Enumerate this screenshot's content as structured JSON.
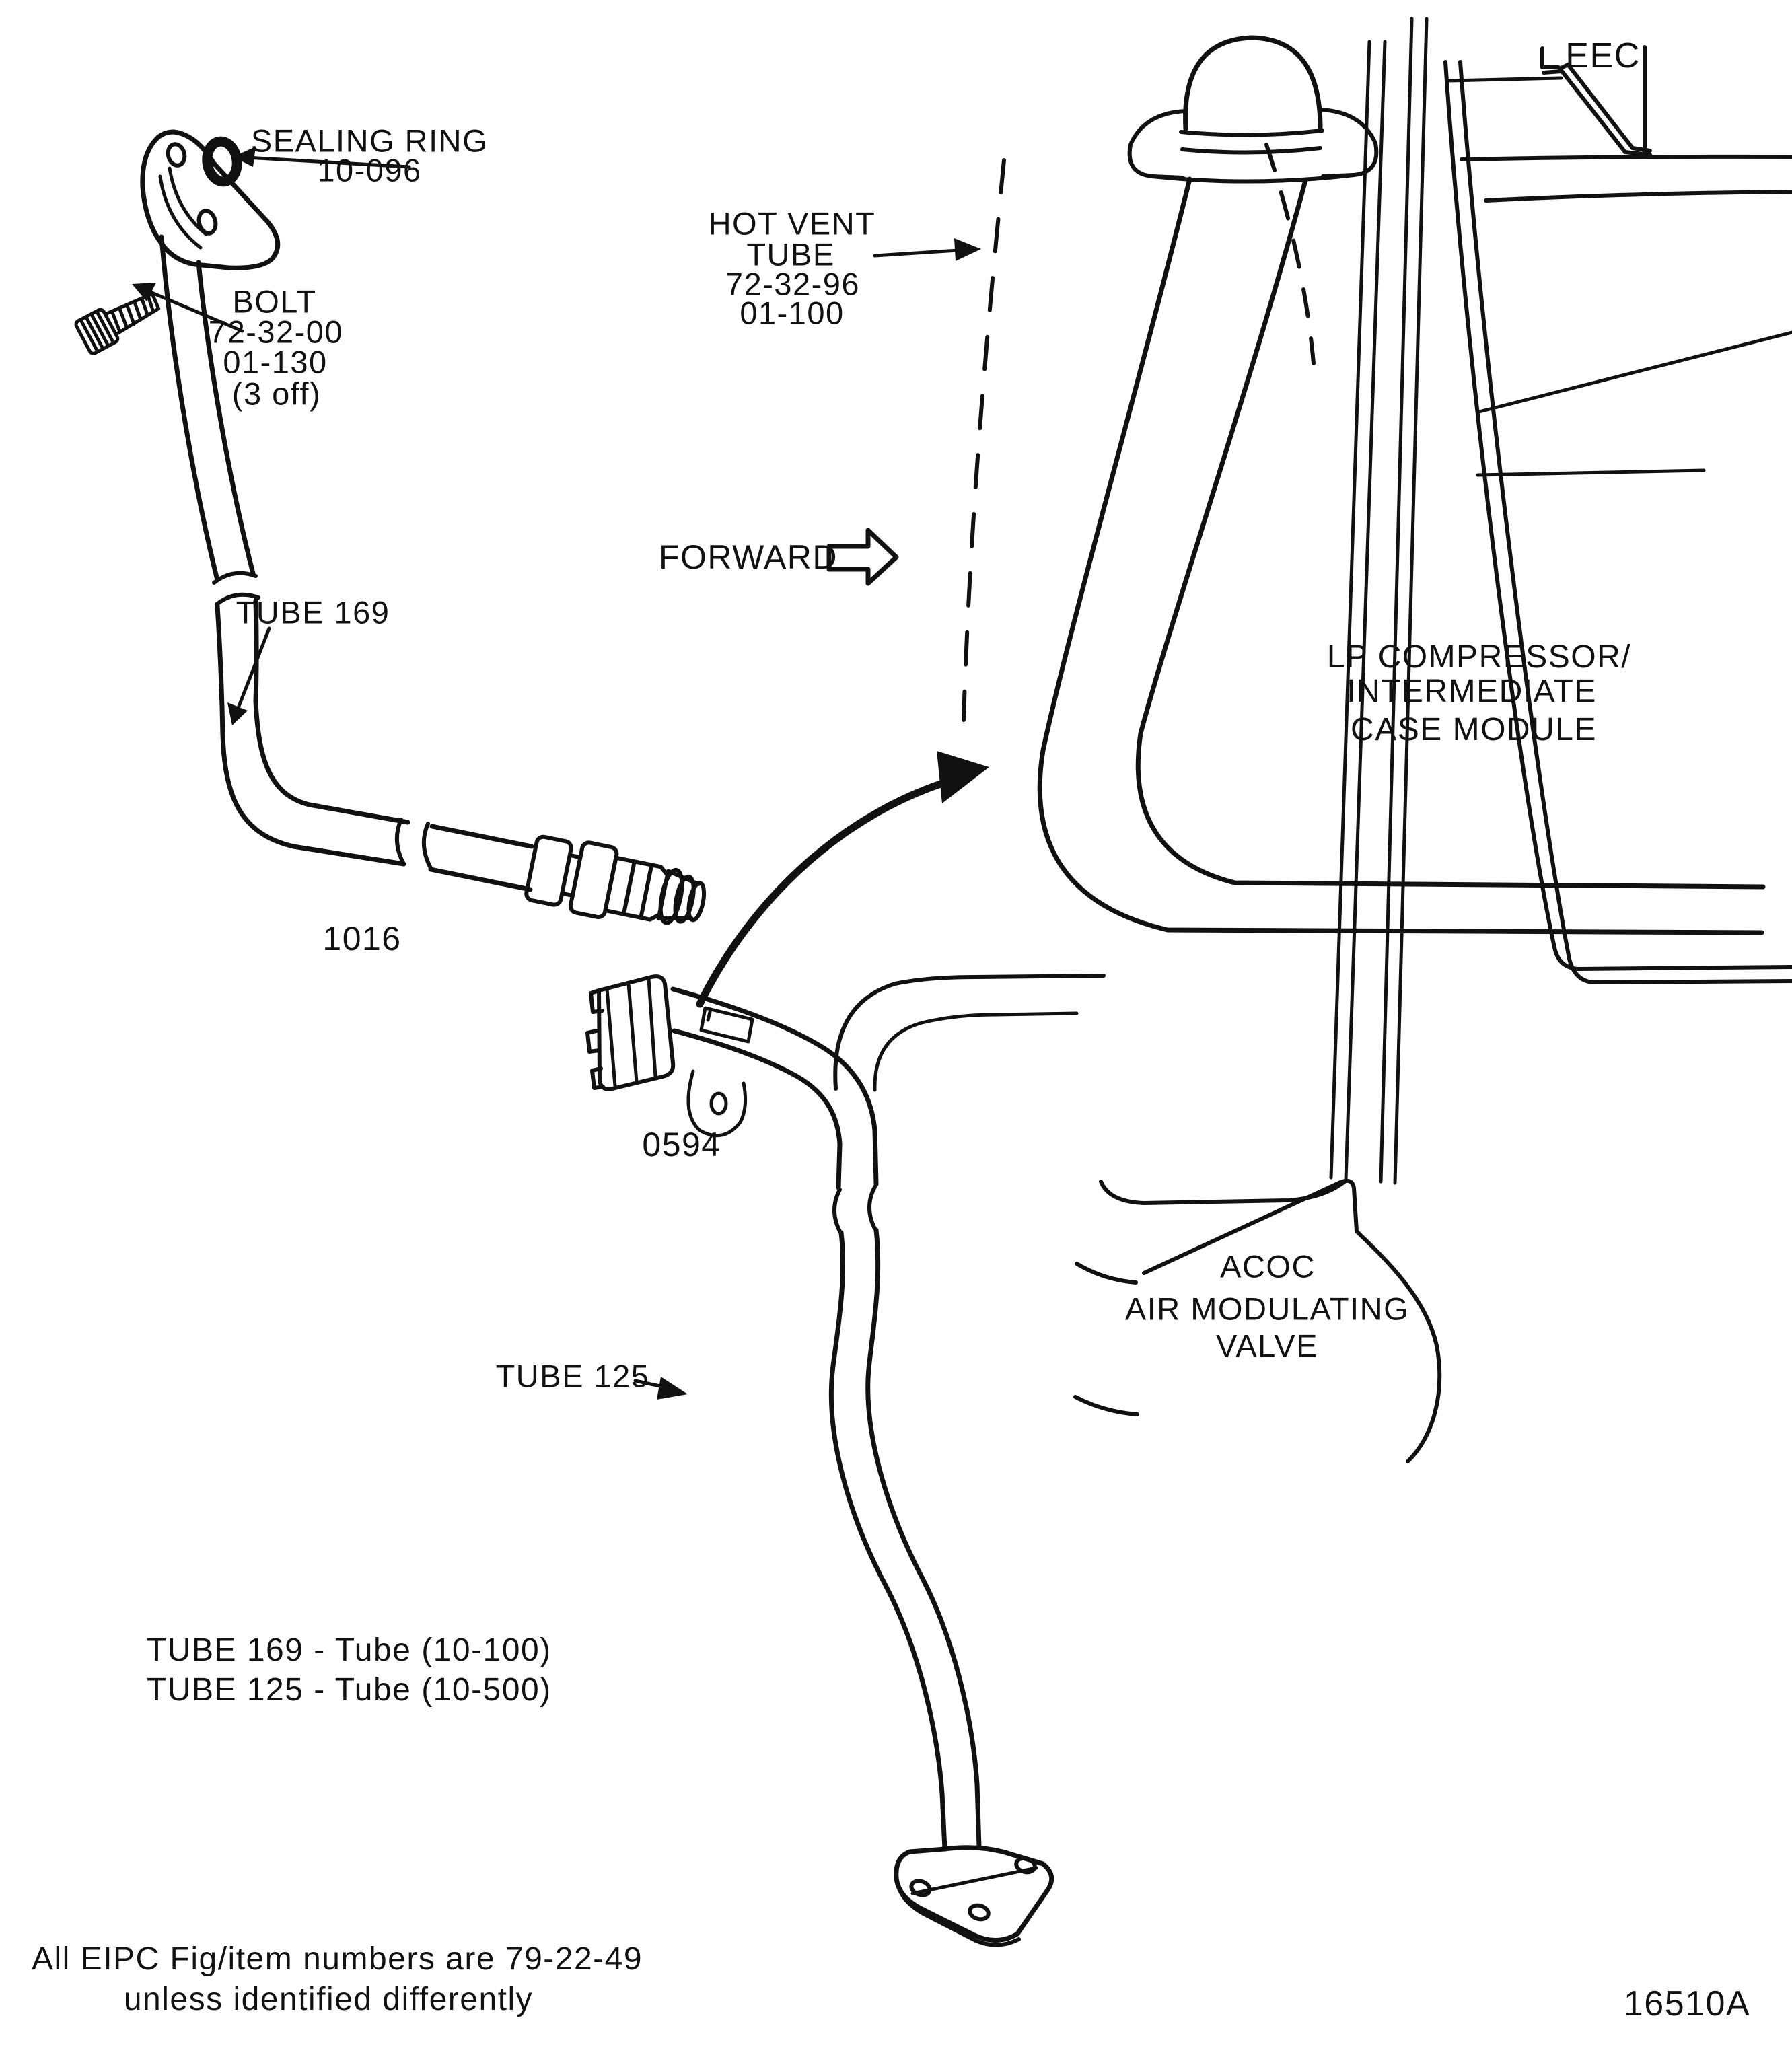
{
  "page": {
    "background_color": "#ffffff",
    "ink_color": "#111111",
    "type": "engine maintenance manual illustration"
  },
  "figure_number": "16510A",
  "orientation": {
    "label": "FORWARD"
  },
  "callouts": {
    "sealing_ring": {
      "line1": "SEALING RING",
      "line2": "10-096"
    },
    "bolt": {
      "line1": "BOLT",
      "line2": "72-32-00",
      "line3": "01-130",
      "line4": "(3 off)"
    },
    "hot_vent_tube": {
      "line1": "HOT VENT",
      "line2": "TUBE",
      "line3": "72-32-96",
      "line4": "01-100"
    },
    "tube_169": {
      "label": "TUBE 169"
    },
    "tube_125": {
      "label": "TUBE 125"
    },
    "fitting_1016": {
      "label": "1016"
    },
    "fitting_0594": {
      "label": "0594"
    },
    "eec": {
      "label": "EEC"
    },
    "lp_module": {
      "line1": "LP COMPRESSOR/",
      "line2": "INTERMEDIATE",
      "line3": "CASE MODULE"
    },
    "acoc_valve": {
      "line1": "ACOC",
      "line2": "AIR MODULATING",
      "line3": "VALVE"
    }
  },
  "legend": {
    "line1": "TUBE 169 - Tube (10-100)",
    "line2": "TUBE 125 - Tube (10-500)"
  },
  "footnote": {
    "line1": "All EIPC Fig/item numbers are 79-22-49",
    "line2": "unless identified differently"
  }
}
